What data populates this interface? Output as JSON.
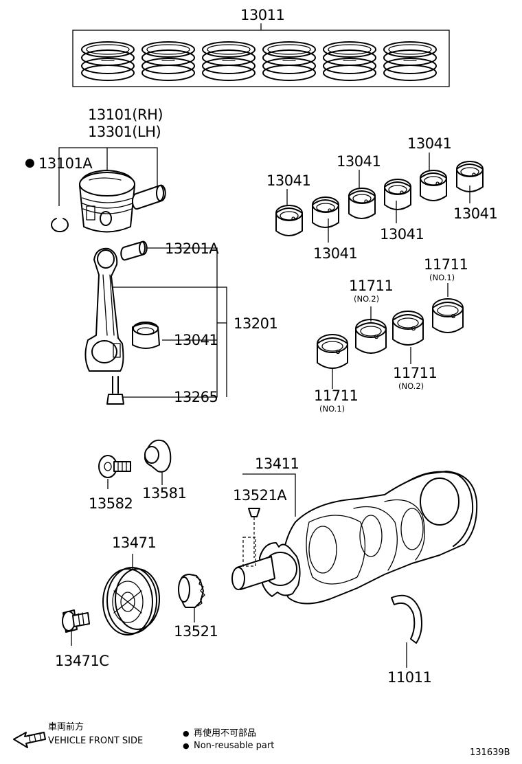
{
  "parts": {
    "p13011": "13011",
    "p13101rh": "13101(RH)",
    "p13301lh": "13301(LH)",
    "p13101a": "13101A",
    "p13201a": "13201A",
    "p13201": "13201",
    "p13041_rod": "13041",
    "p13265": "13265",
    "p13041_a": "13041",
    "p13041_b": "13041",
    "p13041_c": "13041",
    "p13041_d": "13041",
    "p13041_e": "13041",
    "p13041_f": "13041",
    "p11711_a": "11711",
    "p11711_b": "11711",
    "p11711_c": "11711",
    "p11711_d": "11711",
    "p13582": "13582",
    "p13581": "13581",
    "p13411": "13411",
    "p13521a": "13521A",
    "p13471": "13471",
    "p13521": "13521",
    "p13471c": "13471C",
    "p11011": "11011"
  },
  "sub_labels": {
    "no2_top": "(NO.2)",
    "no1_top": "(NO.1)",
    "no2_bottom": "(NO.2)",
    "no1_bottom": "(NO.1)"
  },
  "legend": {
    "front_jp": "車両前方",
    "front_en": "VEHICLE FRONT SIDE",
    "nonreuse_jp": "再使用不可部品",
    "nonreuse_en": "Non-reusable part",
    "bullet": "●"
  },
  "diagram_code": "131639B"
}
